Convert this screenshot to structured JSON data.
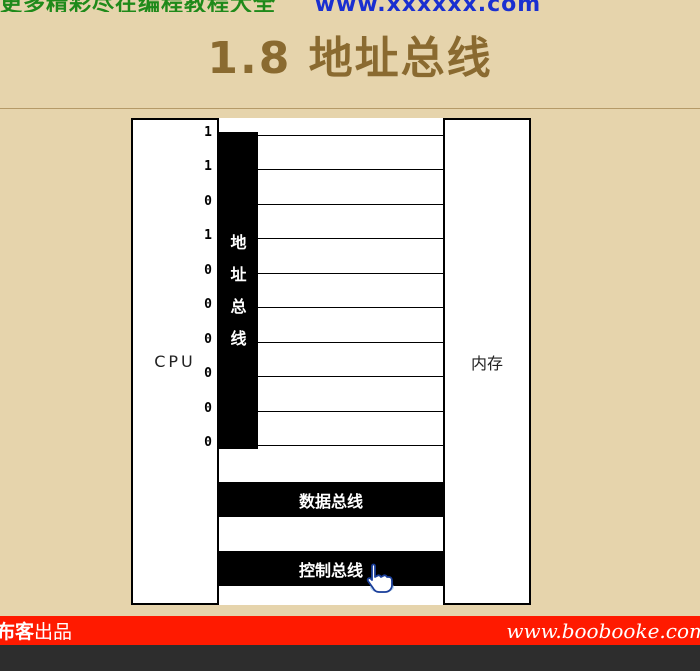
{
  "banner": {
    "text": "更多精彩尽在编程教程大全",
    "url": "www.xxxxxx.com"
  },
  "slide": {
    "title": "1.8 地址总线"
  },
  "diagram": {
    "cpu_label": "CPU",
    "memory_label": "内存",
    "address_bus_label": [
      "地",
      "址",
      "总",
      "线"
    ],
    "bits": [
      "1",
      "1",
      "0",
      "1",
      "0",
      "0",
      "0",
      "0",
      "0",
      "0"
    ],
    "data_bus_label": "数据总线",
    "control_bus_label": "控制总线"
  },
  "footer": {
    "brand_a": "布客",
    "brand_b": "出品",
    "site": "www.boobooke.com"
  },
  "colors": {
    "background": "#e6d4ac",
    "footer": "#ff1a00",
    "title": "#8a6a30",
    "banner_green": "#1f8a1a",
    "banner_blue": "#1a2fd0"
  },
  "icons": [
    "hand-cursor-icon"
  ]
}
